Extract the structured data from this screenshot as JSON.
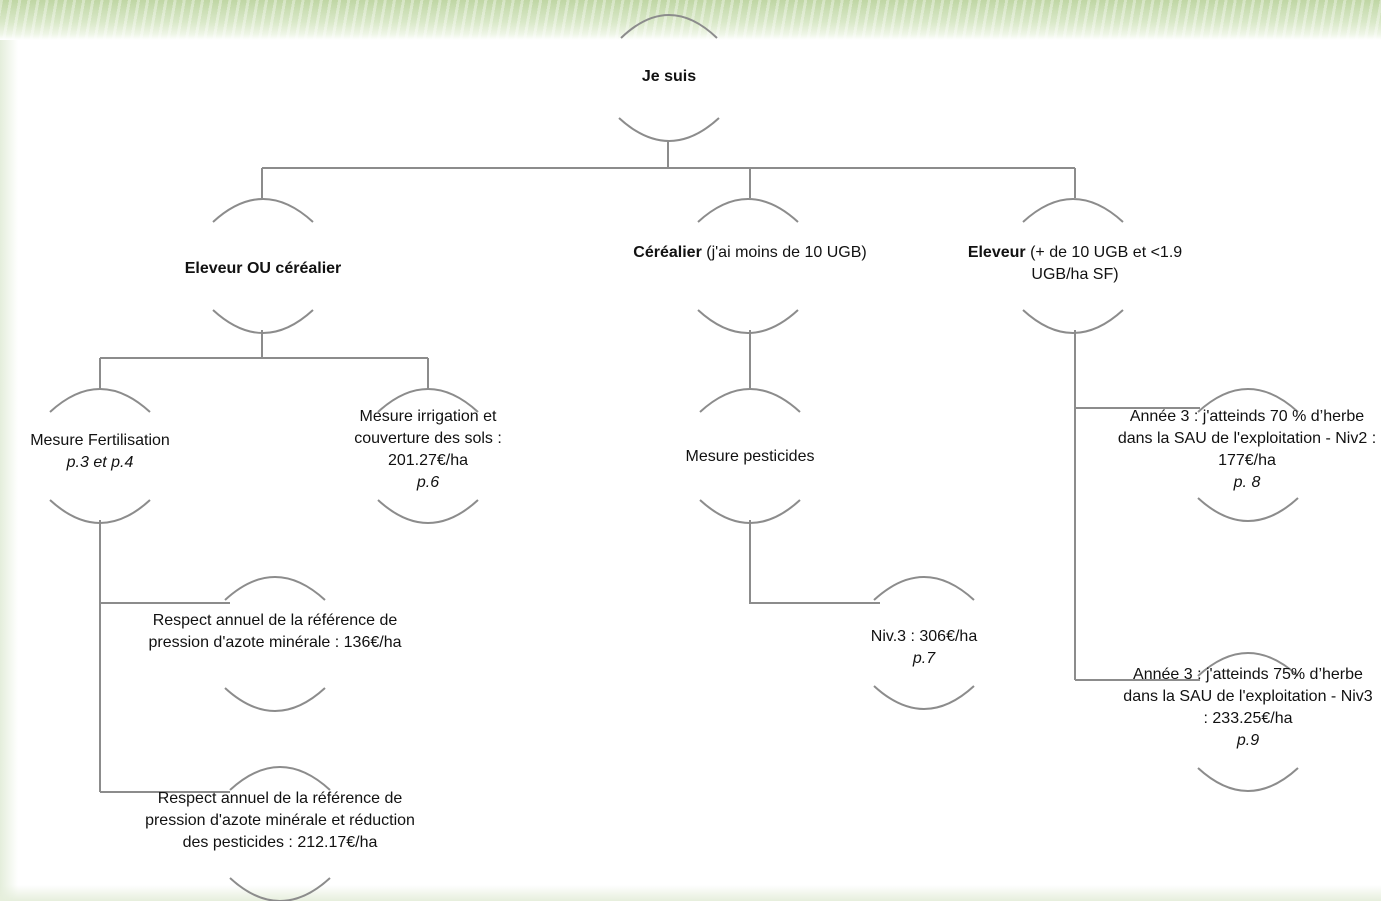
{
  "root": {
    "title": "Je suis"
  },
  "branches": {
    "both": {
      "title": "Eleveur OU céréalier"
    },
    "cerealier": {
      "title": "Céréalier",
      "detail": " (j'ai moins de 10 UGB)"
    },
    "eleveur": {
      "title": "Eleveur",
      "detail": " (+ de 10 UGB et <1.9 UGB/ha SF)"
    }
  },
  "measures": {
    "fertilisation": {
      "label": "Mesure Fertilisation",
      "page": "p.3 et p.4"
    },
    "irrigation": {
      "label": "Mesure irrigation et couverture des sols : 201.27€/ha",
      "page": "p.6"
    },
    "pesticides": {
      "label": "Mesure pesticides"
    },
    "azote": {
      "label": "Respect annuel de la référence de pression d'azote minérale : 136€/ha"
    },
    "azote_pesticides": {
      "label": "Respect annuel de la référence de pression d'azote minérale et réduction des pesticides : 212.17€/ha"
    },
    "niv3": {
      "label": "Niv.3 : 306€/ha",
      "page": "p.7"
    },
    "herbe70": {
      "label": "Année 3 : j'atteinds 70 % d’herbe dans la SAU de l'exploitation - Niv2 : 177€/ha",
      "page": "p. 8"
    },
    "herbe75": {
      "label": "Année 3 : j'atteinds 75% d’herbe dans la SAU de l'exploitation - Niv3 : 233.25€/ha",
      "page": "p.9"
    }
  },
  "colors": {
    "connector": "#8c8c8c",
    "text": "#111111",
    "banner": "#bfd6a4"
  }
}
